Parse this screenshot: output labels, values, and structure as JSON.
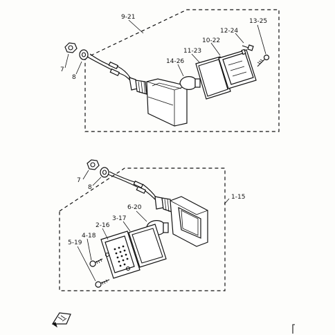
{
  "upper_assembly": {
    "labels": {
      "assembly": "9-21",
      "screw": "13-25",
      "washer": "12-24",
      "lens": "10-22",
      "gasket": "11-23",
      "bulb": "14-26",
      "nut": "7",
      "lock_washer": "8"
    }
  },
  "lower_assembly": {
    "labels": {
      "assembly": "1-15",
      "nut": "7",
      "lock_washer": "8",
      "bulb": "6-20",
      "gasket": "3-17",
      "lens": "2-16",
      "lens_screw": "4-18",
      "screw": "5-19"
    }
  }
}
